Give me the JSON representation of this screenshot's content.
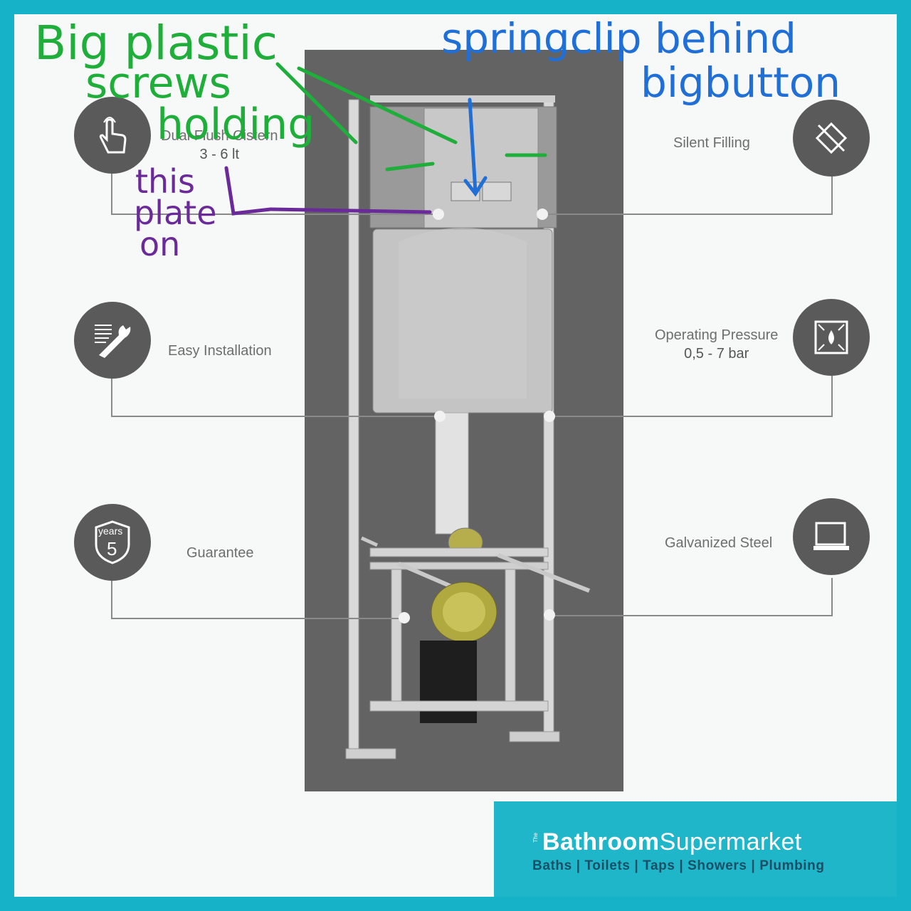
{
  "features": [
    {
      "label": "Dual Flush Cistern",
      "sub": "3 - 6 lt",
      "icon": "hand-pointer-icon"
    },
    {
      "label": "Silent Filling",
      "sub": "",
      "icon": "silent-icon"
    },
    {
      "label": "Easy Installation",
      "sub": "",
      "icon": "wrench-icon"
    },
    {
      "label": "Operating Pressure",
      "sub": "0,5 - 7 bar",
      "icon": "pressure-icon"
    },
    {
      "label": "Guarantee",
      "sub": "",
      "icon": "five-years-badge-icon",
      "badge_top": "years",
      "badge_num": "5"
    },
    {
      "label": "Galvanized Steel",
      "sub": "",
      "icon": "steel-plate-icon"
    }
  ],
  "annotations": {
    "green_1": "Big plastic",
    "green_2": "screws",
    "green_3": "holding",
    "blue_1": "springclip behind",
    "blue_2": "bigbutton",
    "purple_1": "this",
    "purple_2": "plate",
    "purple_3": "on"
  },
  "brand": {
    "the": "The",
    "name_bold": "Bathroom",
    "name_rest": "Supermarket",
    "tagline": "Baths | Toilets | Taps | Showers | Plumbing"
  },
  "colors": {
    "frame": "#16b3c8",
    "product_bg": "#636363",
    "annot_green": "#1fae3a",
    "annot_blue": "#1f6fd6",
    "annot_purple": "#6a2a9a"
  }
}
